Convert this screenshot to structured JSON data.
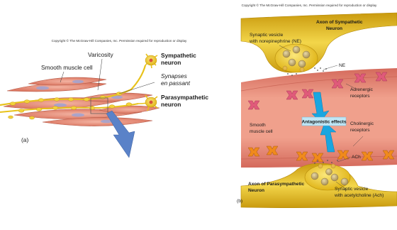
{
  "panel_a": {
    "copyright": "Copyright © The McGraw-Hill Companies, Inc. Permission required for reproduction or display",
    "label_smooth_muscle": "Smooth muscle cell",
    "label_varicosity": "Varicosity",
    "label_sympathetic_line1": "Sympathetic",
    "label_sympathetic_line2": "neuron",
    "label_synapses_line1": "Synapses",
    "label_synapses_line2": "en passant",
    "label_parasympathetic_line1": "Parasympathetic",
    "label_parasympathetic_line2": "neuron",
    "panel_letter": "(a)"
  },
  "panel_b": {
    "copyright": "Copyright © The McGraw-Hill Companies, Inc. Permission required for reproduction or display",
    "axon_symp_line1": "Axon of Sympathetic",
    "axon_symp_line2": "Neuron",
    "vesicle_ne_line1": "Synaptic vesicle",
    "vesicle_ne_line2": "with norepinephrine (NE)",
    "ne": "NE",
    "adrenergic_line1": "Adrenergic",
    "adrenergic_line2": "receptors",
    "smooth_line1": "Smooth",
    "smooth_line2": "muscle cell",
    "antagonistic": "Antagonistic effects",
    "cholinergic_line1": "Cholinergic",
    "cholinergic_line2": "receptors",
    "ach": "ACh",
    "axon_para_line1": "Axon of Parasympathetic",
    "axon_para_line2": "Neuron",
    "vesicle_ach_line1": "Synaptic vesicle",
    "vesicle_ach_line2": "with acetylcholine (Ach)",
    "panel_letter": "(b)"
  },
  "colors": {
    "muscle": "#e58a74",
    "nerve_yellow": "#e8c21a",
    "receptor_pink": "#e05a7a",
    "receptor_orange": "#f08a1c",
    "arrow_cyan": "#19a6e0",
    "label_box": "#bfe6f5",
    "big_arrow_blue": "#5a82c8"
  }
}
